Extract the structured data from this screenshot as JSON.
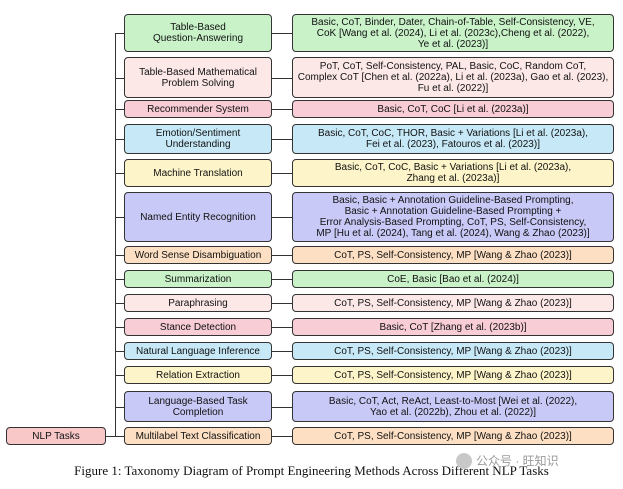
{
  "root": {
    "label": "NLP Tasks",
    "color": "#f8c8c8"
  },
  "colors": {
    "green": "#c9f2c9",
    "pink": "#fde8e8",
    "rose": "#f8cdd6",
    "blue": "#c7e9f7",
    "yellow": "#fdf5c9",
    "lavender": "#c9c9f7",
    "orange": "#fde0c4"
  },
  "rows": [
    {
      "task": "Table-Based\nQuestion-Answering",
      "methods": "Basic, CoT, Binder, Dater, Chain-of-Table, Self-Consistency, VE,\nCoK [Wang et al. (2024), Li et al. (2023c),Cheng et al. (2022),\nYe et al. (2023)]",
      "color": "green"
    },
    {
      "task": "Table-Based Mathematical\nProblem Solving",
      "methods": "PoT, CoT, Self-Consistency, PAL, Basic, CoC, Random CoT,\nComplex CoT [Chen et al. (2022a), Li et al. (2023a), Gao et al. (2023),\nFu et al. (2022)]",
      "color": "pink"
    },
    {
      "task": "Recommender System",
      "methods": "Basic, CoT, CoC [Li et al. (2023a)]",
      "color": "rose"
    },
    {
      "task": "Emotion/Sentiment\nUnderstanding",
      "methods": "Basic, CoT, CoC, THOR, Basic + Variations [Li et al. (2023a),\nFei et al. (2023), Fatouros et al. (2023)]",
      "color": "blue"
    },
    {
      "task": "Machine Translation",
      "methods": "Basic, CoT, CoC, Basic + Variations [Li et al. (2023a),\nZhang et al. (2023a)]",
      "color": "yellow"
    },
    {
      "task": "Named Entity Recognition",
      "methods": "Basic, Basic + Annotation Guideline-Based Prompting,\nBasic + Annotation Guideline-Based Prompting +\nError Analysis-Based Prompting, CoT, PS, Self-Consistency,\nMP [Hu et al. (2024), Tang et al. (2024), Wang & Zhao (2023)]",
      "color": "lavender"
    },
    {
      "task": "Word Sense Disambiguation",
      "methods": "CoT, PS, Self-Consistency, MP [Wang & Zhao (2023)]",
      "color": "orange"
    },
    {
      "task": "Summarization",
      "methods": "CoE, Basic [Bao et al. (2024)]",
      "color": "green"
    },
    {
      "task": "Paraphrasing",
      "methods": "CoT, PS, Self-Consistency, MP [Wang & Zhao (2023)]",
      "color": "pink"
    },
    {
      "task": "Stance Detection",
      "methods": "Basic, CoT [Zhang et al. (2023b)]",
      "color": "rose"
    },
    {
      "task": "Natural Language Inference",
      "methods": "CoT, PS, Self-Consistency, MP [Wang & Zhao (2023)]",
      "color": "blue"
    },
    {
      "task": "Relation Extraction",
      "methods": "CoT, PS, Self-Consistency, MP [Wang & Zhao (2023)]",
      "color": "yellow"
    },
    {
      "task": "Language-Based Task\nCompletion",
      "methods": "Basic, CoT, Act, ReAct, Least-to-Most [Wei et al. (2022),\nYao et al. (2022b), Zhou et al. (2022)]",
      "color": "lavender"
    },
    {
      "task": "Multilabel Text Classification",
      "methods": "CoT, PS, Self-Consistency, MP [Wang & Zhao (2023)]",
      "color": "orange"
    }
  ],
  "caption": "Figure 1: Taxonomy Diagram of Prompt Engineering Methods Across Different NLP Tasks",
  "watermark": "公众号 · 旺知识"
}
